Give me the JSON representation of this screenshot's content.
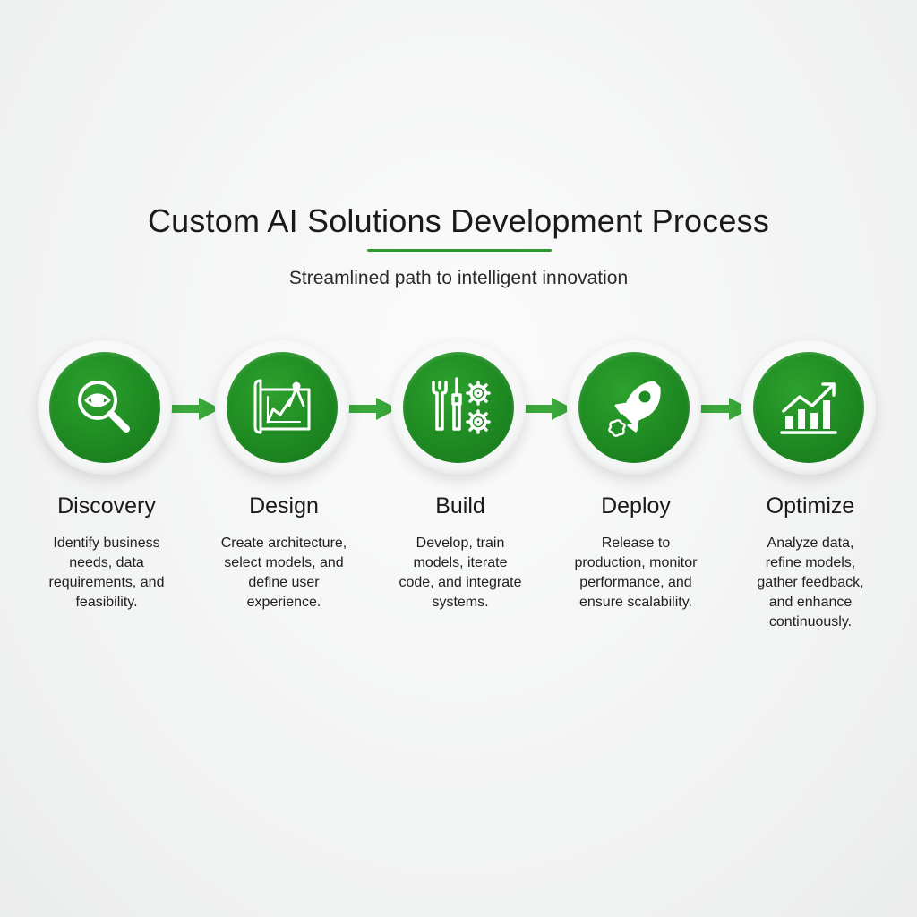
{
  "header": {
    "title": "Custom AI Solutions Development Process",
    "subtitle": "Streamlined path to intelligent innovation"
  },
  "colors": {
    "accent": "#1e8a22",
    "connector": "#3aa83a",
    "background": "#f3f4f4"
  },
  "steps": [
    {
      "title": "Discovery",
      "icon": "magnifier-eye-icon",
      "description": "Identify business\nneeds, data\nrequirements, and\nfeasibility."
    },
    {
      "title": "Design",
      "icon": "blueprint-compass-icon",
      "description": "Create architecture,\nselect models, and\ndefine user\nexperience."
    },
    {
      "title": "Build",
      "icon": "tools-gears-icon",
      "description": "Develop, train\nmodels, iterate\ncode, and integrate\nsystems."
    },
    {
      "title": "Deploy",
      "icon": "rocket-icon",
      "description": "Release to\nproduction, monitor\nperformance, and\nensure scalability."
    },
    {
      "title": "Optimize",
      "icon": "growth-chart-icon",
      "description": "Analyze data,\nrefine models,\ngather feedback,\nand enhance\ncontinuously."
    }
  ]
}
